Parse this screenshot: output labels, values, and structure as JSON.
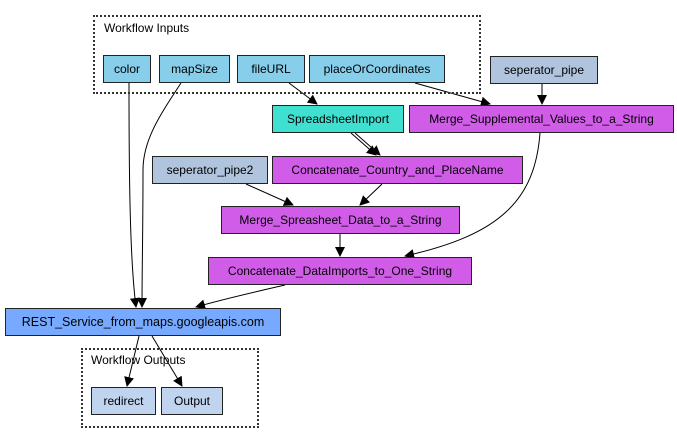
{
  "colors": {
    "input_fill": "#87ceeb",
    "merge_fill": "#d05ce8",
    "import_fill": "#40e0d0",
    "constant_fill": "#b0c4de",
    "service_fill": "#77aaff",
    "output_fill": "#c0d4ef",
    "input_marker": "#ee3b3b",
    "output_marker": "#66cc00"
  },
  "clusters": {
    "inputs": {
      "label": "Workflow Inputs"
    },
    "outputs": {
      "label": "Workflow Outputs"
    }
  },
  "nodes": {
    "color": {
      "label": "color"
    },
    "mapSize": {
      "label": "mapSize"
    },
    "fileURL": {
      "label": "fileURL"
    },
    "placeOrCoordinates": {
      "label": "placeOrCoordinates"
    },
    "seperator_pipe": {
      "label": "seperator_pipe"
    },
    "SpreadsheetImport": {
      "label": "SpreadsheetImport"
    },
    "Merge_Supplemental": {
      "label": "Merge_Supplemental_Values_to_a_String"
    },
    "seperator_pipe2": {
      "label": "seperator_pipe2"
    },
    "Concatenate_Country": {
      "label": "Concatenate_Country_and_PlaceName"
    },
    "Merge_Spreasheet": {
      "label": "Merge_Spreasheet_Data_to_a_String"
    },
    "Concatenate_DataImports": {
      "label": "Concatenate_DataImports_to_One_String"
    },
    "REST_Service": {
      "label": "REST_Service_from_maps.googleapis.com"
    },
    "redirect": {
      "label": "redirect"
    },
    "Output": {
      "label": "Output"
    }
  },
  "edges": [
    {
      "from": "color",
      "to": "REST_Service"
    },
    {
      "from": "mapSize",
      "to": "REST_Service"
    },
    {
      "from": "fileURL",
      "to": "SpreadsheetImport"
    },
    {
      "from": "placeOrCoordinates",
      "to": "Merge_Supplemental"
    },
    {
      "from": "seperator_pipe",
      "to": "Merge_Supplemental"
    },
    {
      "from": "SpreadsheetImport",
      "to": "Concatenate_Country"
    },
    {
      "from": "SpreadsheetImport",
      "to": "Concatenate_Country"
    },
    {
      "from": "seperator_pipe2",
      "to": "Merge_Spreasheet"
    },
    {
      "from": "Concatenate_Country",
      "to": "Merge_Spreasheet"
    },
    {
      "from": "Merge_Spreasheet",
      "to": "Concatenate_DataImports"
    },
    {
      "from": "Merge_Supplemental",
      "to": "Concatenate_DataImports"
    },
    {
      "from": "Concatenate_DataImports",
      "to": "REST_Service"
    },
    {
      "from": "REST_Service",
      "to": "redirect"
    },
    {
      "from": "REST_Service",
      "to": "Output"
    }
  ]
}
